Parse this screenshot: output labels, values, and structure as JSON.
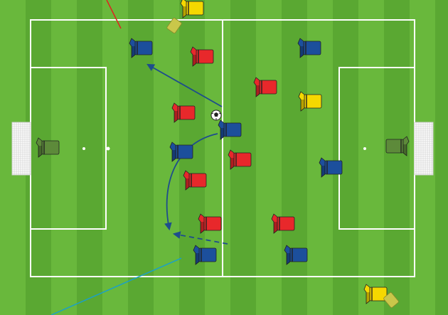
{
  "colors": {
    "grass_light": "#69b83c",
    "grass_dark": "#5aa832",
    "line": "#ffffff",
    "red_team": "#e8282b",
    "blue_team": "#1c4f9c",
    "yellow_team": "#f5d800",
    "keeper": "#5d8a3a",
    "pass_arrow": "#1e4d8c",
    "annotation_red": "#e02020",
    "annotation_cyan": "#1aa0c8"
  },
  "players": [
    {
      "team": "blue",
      "role": "outfield"
    },
    {
      "team": "blue",
      "role": "outfield"
    },
    {
      "team": "blue",
      "role": "outfield",
      "has_ball": true
    },
    {
      "team": "blue",
      "role": "outfield"
    },
    {
      "team": "blue",
      "role": "outfield"
    },
    {
      "team": "blue",
      "role": "outfield"
    },
    {
      "team": "blue",
      "role": "outfield"
    },
    {
      "team": "red",
      "role": "outfield"
    },
    {
      "team": "red",
      "role": "outfield"
    },
    {
      "team": "red",
      "role": "outfield"
    },
    {
      "team": "red",
      "role": "outfield"
    },
    {
      "team": "red",
      "role": "outfield"
    },
    {
      "team": "red",
      "role": "outfield"
    },
    {
      "team": "red",
      "role": "outfield"
    },
    {
      "team": "yellow",
      "role": "neutral"
    },
    {
      "team": "yellow",
      "role": "neutral"
    },
    {
      "team": "yellow",
      "role": "neutral"
    },
    {
      "team": "keeper",
      "role": "goalkeeper"
    },
    {
      "team": "keeper",
      "role": "goalkeeper"
    }
  ],
  "movements": [
    {
      "type": "pass",
      "style": "solid"
    },
    {
      "type": "run",
      "style": "curved"
    },
    {
      "type": "pass",
      "style": "dashed"
    }
  ]
}
